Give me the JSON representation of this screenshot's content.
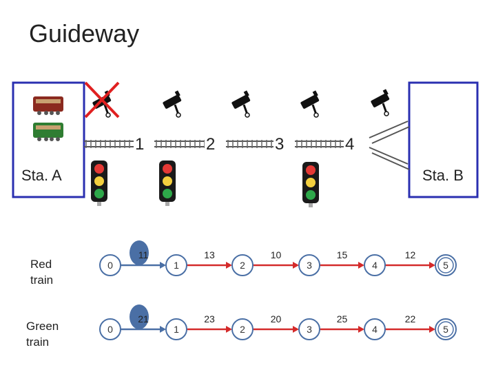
{
  "title": "Guideway",
  "stations": {
    "a": "Sta. A",
    "b": "Sta. B"
  },
  "segments": [
    "1",
    "2",
    "3",
    "4"
  ],
  "trains": [
    {
      "label": "Red train",
      "color": "#d42a2a",
      "start": "0",
      "edges": [
        "11",
        "13",
        "10",
        "15",
        "12"
      ],
      "nodes": [
        "1",
        "2",
        "3",
        "4",
        "5"
      ]
    },
    {
      "label": "Green train",
      "color": "#d42a2a",
      "start": "0",
      "edges": [
        "21",
        "23",
        "20",
        "25",
        "22"
      ],
      "nodes": [
        "1",
        "2",
        "3",
        "4",
        "5"
      ]
    }
  ],
  "colors": {
    "station_border": "#2a2fb0",
    "node_stroke": "#4a6fa5",
    "node_fill_highlight": "#4a6fa5",
    "blocked_x": "#e02020"
  },
  "icons": [
    "red-coach-icon",
    "green-coach-icon",
    "camera-icon",
    "traffic-light-icon",
    "x-mark-icon",
    "rail-track-icon"
  ]
}
